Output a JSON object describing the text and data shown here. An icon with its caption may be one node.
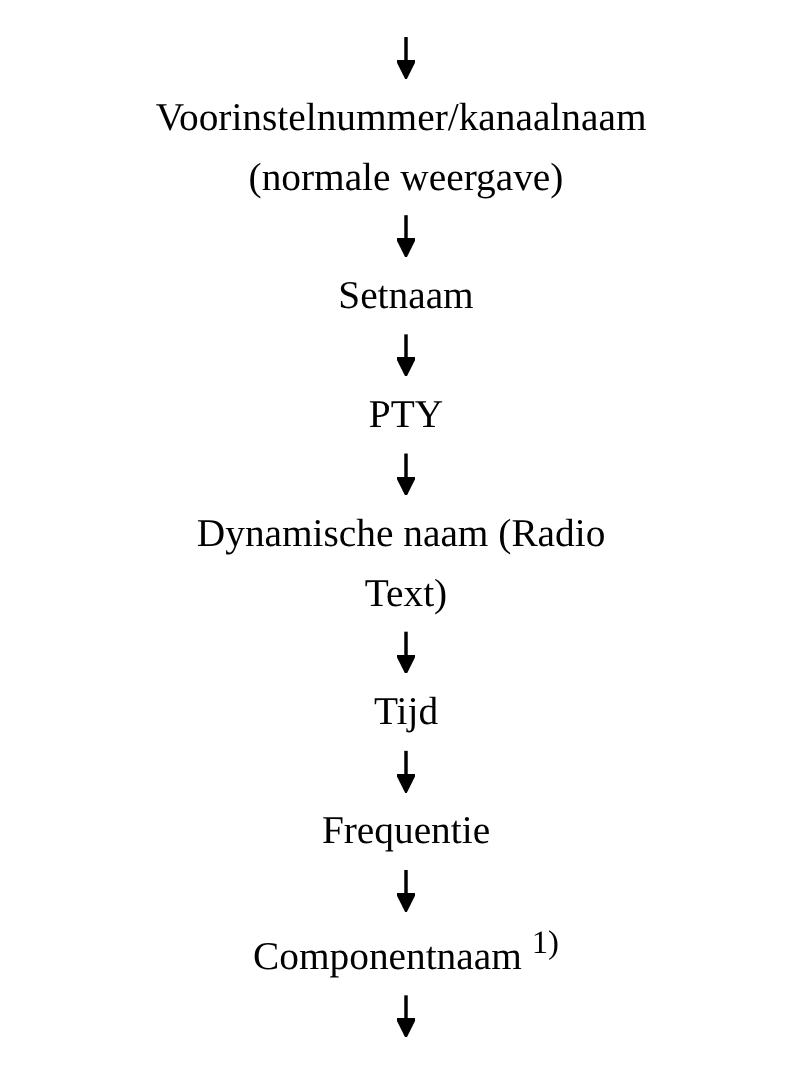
{
  "diagram": {
    "nodes": [
      {
        "text": [
          "Voorinstelnummer/kanaalnaam (normale weergave)"
        ]
      },
      {
        "text": [
          "Setnaam"
        ]
      },
      {
        "text": [
          "PTY"
        ]
      },
      {
        "text": [
          "Dynamische naam (Radio Text)"
        ]
      },
      {
        "text": [
          "Tijd"
        ]
      },
      {
        "text": [
          "Frequentie"
        ]
      },
      {
        "text": [
          "Componentnaam"
        ],
        "beside": [
          "1)"
        ]
      }
    ],
    "edges": [
      {
        "from": null,
        "to": 0,
        "arrow": "to"
      },
      {
        "from": 0,
        "to": 1,
        "arrow": "to"
      },
      {
        "from": 1,
        "to": 2,
        "arrow": "to"
      },
      {
        "from": 2,
        "to": 3,
        "arrow": "to"
      },
      {
        "from": 3,
        "to": 4,
        "arrow": "to"
      },
      {
        "from": 4,
        "to": 5,
        "arrow": "to"
      },
      {
        "from": 5,
        "to": 6,
        "arrow": "to"
      },
      {
        "from": 6,
        "to": null,
        "arrow": "to"
      }
    ]
  }
}
